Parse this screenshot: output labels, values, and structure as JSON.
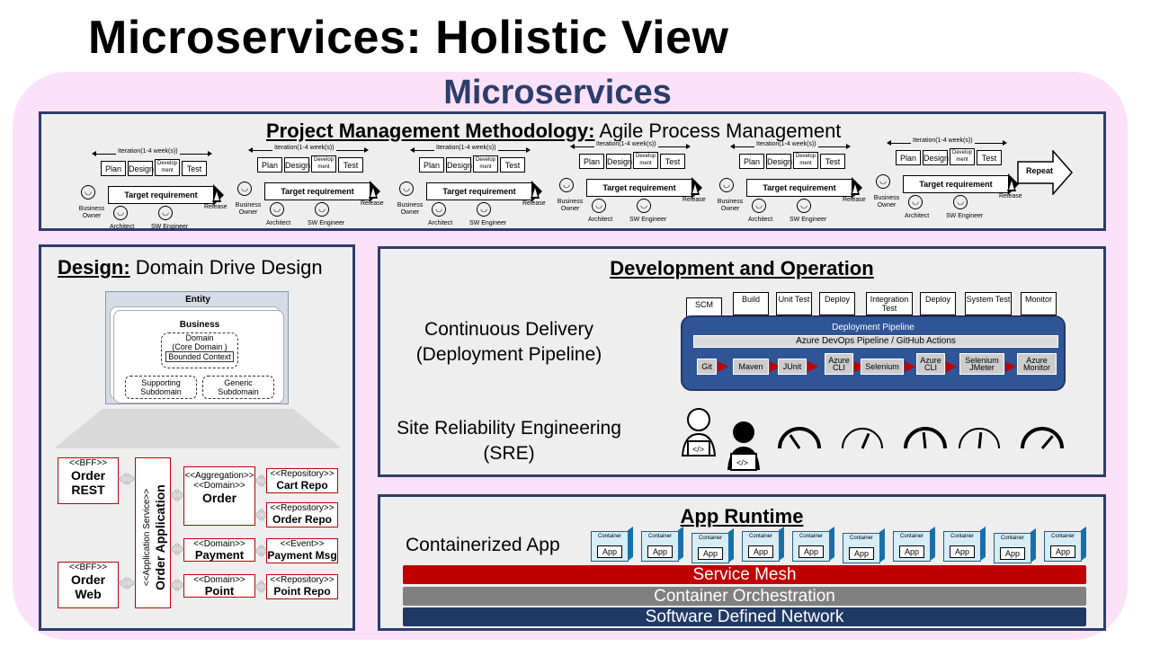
{
  "title": "Microservices: Holistic View",
  "subtitle": "Microservices",
  "pm": {
    "title_bold": "Project Management Methodology:",
    "title_rest": " Agile Process Management",
    "iteration_label": "Iteration(1-4 week(s))",
    "plan": "Plan",
    "design": "Design",
    "development": "Develop ment",
    "test": "Test",
    "target": "Target requirement",
    "release": "Release",
    "business_owner": "Business Owner",
    "architect": "Architect",
    "sw_engineer": "SW Engineer",
    "repeat": "Repeat"
  },
  "design": {
    "title_bold": "Design:",
    "title_rest": " Domain Drive Design",
    "entity": "Entity",
    "business": "Business",
    "domain": "Domain",
    "core_domain": "(Core Domain )",
    "bounded_context": "Bounded Context",
    "supporting": "Supporting Subdomain",
    "generic": "Generic Subdomain",
    "bff1_st": "<<BFF>>",
    "bff1": "Order REST",
    "bff2_st": "<<BFF>>",
    "bff2": "Order Web",
    "app_st": "<<Application Service>>",
    "app": "Order Application",
    "agg_st": "<<Aggregation>> <<Domain>>",
    "order": "Order",
    "pay_st": "<<Domain>>",
    "payment": "Payment",
    "point_st": "<<Domain>>",
    "point": "Point",
    "repo1_st": "<<Repository>>",
    "repo1": "Cart Repo",
    "repo2_st": "<<Repository>>",
    "repo2": "Order Repo",
    "event_st": "<<Event>>",
    "event": "Payment Msg",
    "repo3_st": "<<Repository>>",
    "repo3": "Point Repo"
  },
  "devops": {
    "title": "Development and Operation",
    "cd": "Continuous Delivery (Deployment Pipeline)",
    "sre": "Site Reliability Engineering (SRE)",
    "stages": [
      "SCM",
      "Build",
      "Unit Test",
      "Deploy",
      "Integration Test",
      "Deploy",
      "System Test",
      "Monitor"
    ],
    "pipeline_title": "Deployment Pipeline",
    "pipeline_sub": "Azure DevOps Pipeline / GitHub Actions",
    "tools": [
      "Git",
      "Maven",
      "JUnit",
      "Azure CLI",
      "Selenium",
      "Azure CLI",
      "Selenium JMeter",
      "Azure Monitor"
    ]
  },
  "runtime": {
    "title": "App Runtime",
    "containerized": "Containerized App",
    "container": "Container",
    "app": "App",
    "service_mesh": "Service Mesh",
    "orchestration": "Container Orchestration",
    "sdn": "Software Defined Network"
  },
  "colors": {
    "navy": "#2c3d6b",
    "red": "#c00000",
    "gray": "#808080",
    "blue": "#203864",
    "pink": "#fbe1f7"
  }
}
